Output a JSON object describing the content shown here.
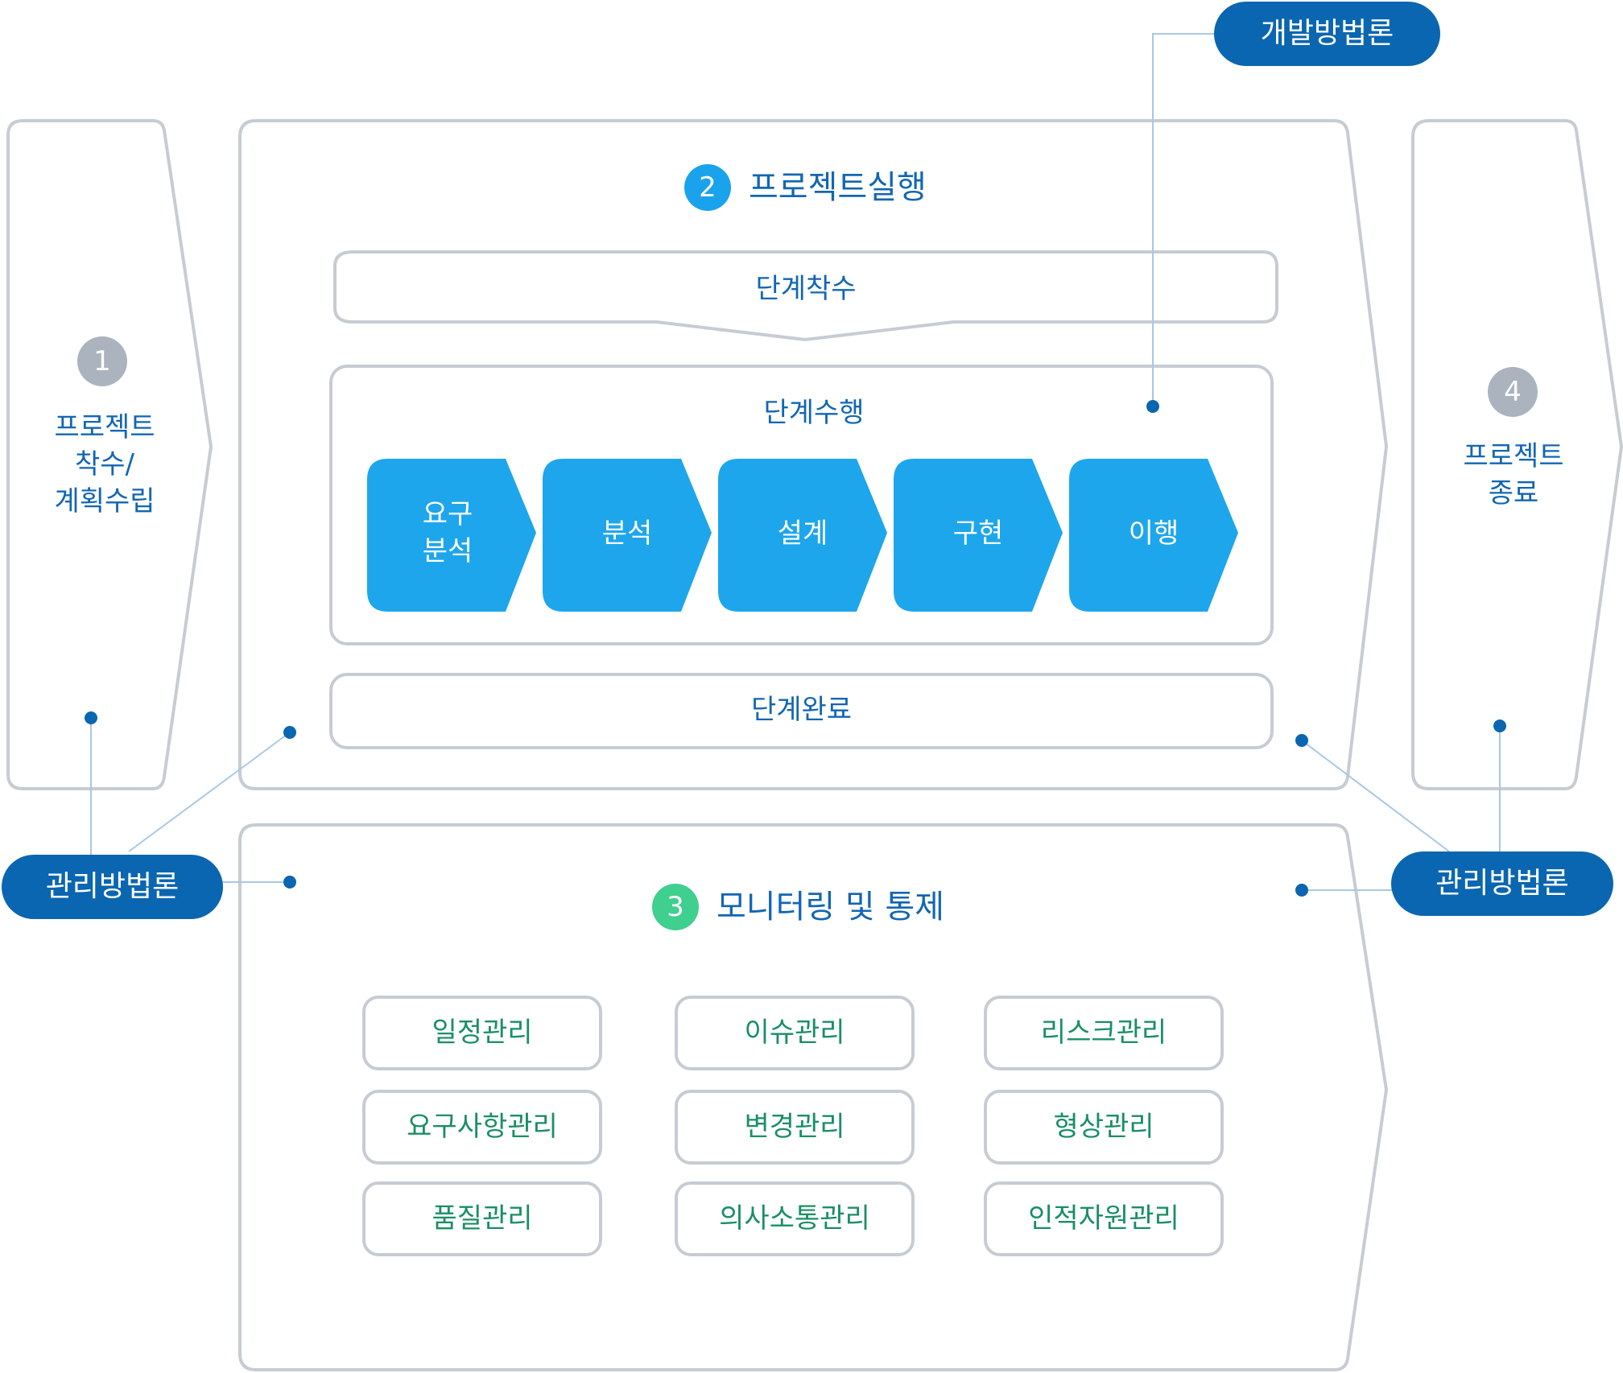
{
  "colors": {
    "navy_pill": "#0a66b0",
    "chevron": "#1da6ec",
    "outline": "#c7ccd3",
    "grey_badge": "#abb4be",
    "blue_badge": "#1aa3ec",
    "green_badge": "#3fcf8e",
    "blue_text": "#1266b3",
    "green_text": "#1a8f63"
  },
  "top_pill": "개발방법론",
  "left_pill": "관리방법론",
  "right_pill": "관리방법론",
  "phase1": {
    "number": "1",
    "lines": [
      "프로젝트",
      "착수/",
      "계획수립"
    ]
  },
  "phase2": {
    "number": "2",
    "title": "프로젝트실행",
    "start": "단계착수",
    "perform": "단계수행",
    "complete": "단계완료",
    "steps": [
      {
        "lines": [
          "요구",
          "분석"
        ]
      },
      {
        "lines": [
          "분석"
        ]
      },
      {
        "lines": [
          "설계"
        ]
      },
      {
        "lines": [
          "구현"
        ]
      },
      {
        "lines": [
          "이행"
        ]
      }
    ]
  },
  "phase3": {
    "number": "3",
    "title": "모니터링 및 통제",
    "items": [
      "일정관리",
      "이슈관리",
      "리스크관리",
      "요구사항관리",
      "변경관리",
      "형상관리",
      "품질관리",
      "의사소통관리",
      "인적자원관리"
    ]
  },
  "phase4": {
    "number": "4",
    "lines": [
      "프로젝트",
      "종료"
    ]
  }
}
